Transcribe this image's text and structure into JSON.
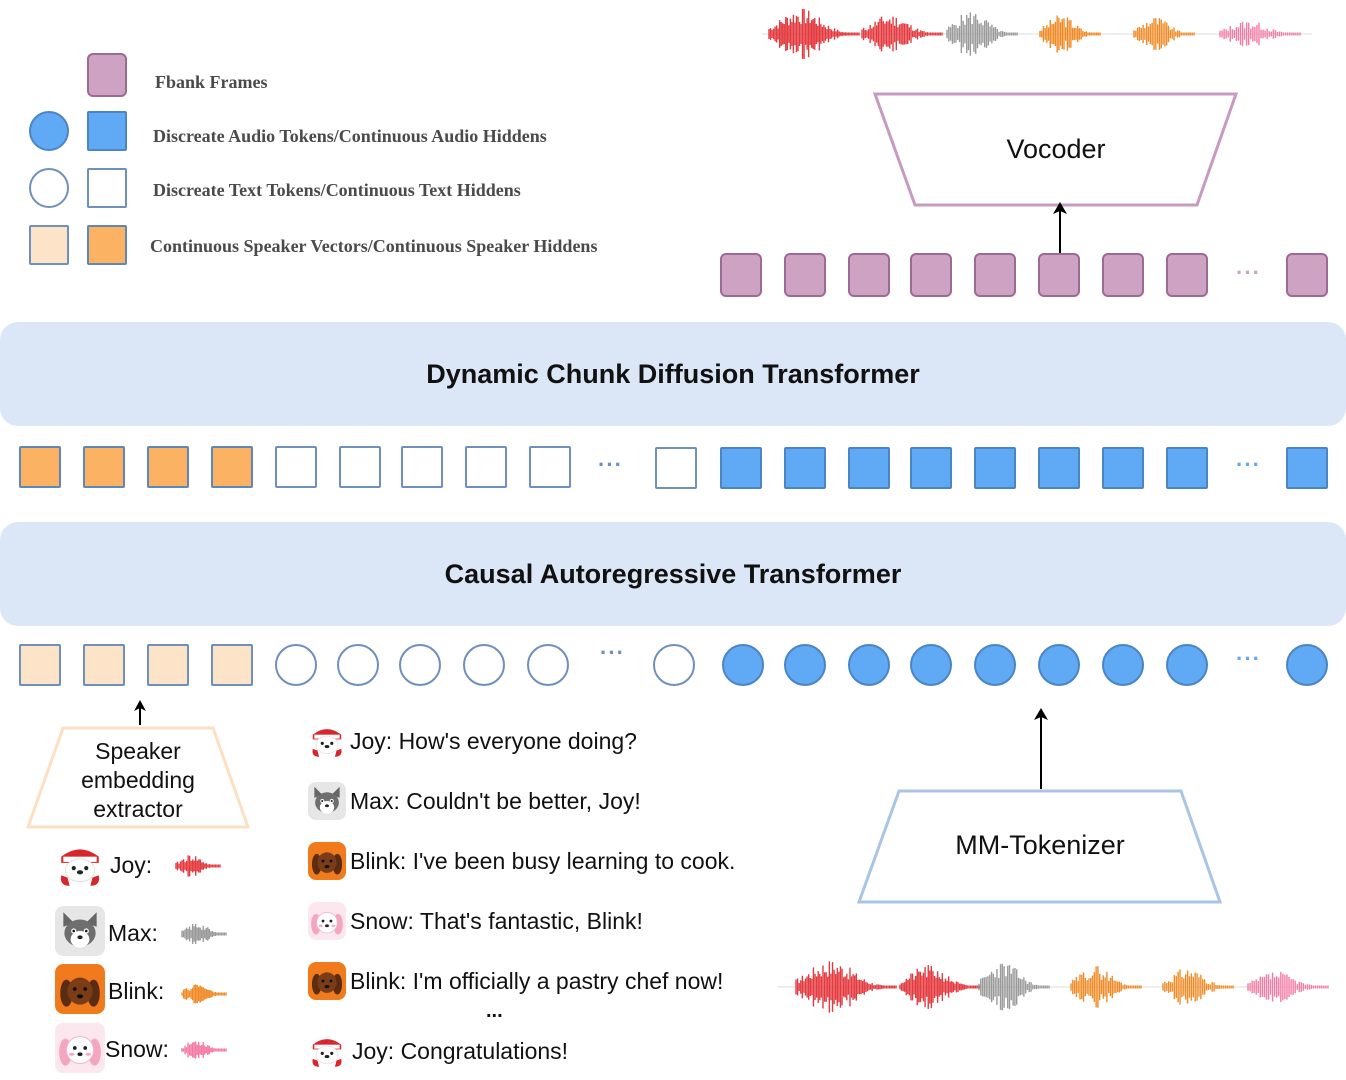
{
  "legend": {
    "fbank": "Fbank Frames",
    "audio": "Discreate Audio Tokens/Continuous Audio Hiddens",
    "text": "Discreate Text Tokens/Continuous Text Hiddens",
    "speaker": "Continuous Speaker Vectors/Continuous Speaker Hiddens"
  },
  "vocoder": {
    "label": "Vocoder"
  },
  "diffusion": {
    "label": "Dynamic Chunk Diffusion Transformer"
  },
  "autoregressive": {
    "label": "Causal Autoregressive Transformer"
  },
  "extractor": {
    "line1": "Speaker",
    "line2": "embedding",
    "line3": "extractor"
  },
  "tokenizer": {
    "label": "MM-Tokenizer"
  },
  "ellipsis": "···",
  "speakers": [
    {
      "name": "Joy:",
      "avatar": "joy-avatar",
      "color": "#e43a3f"
    },
    {
      "name": "Max:",
      "avatar": "max-avatar",
      "color": "#9a9a9a"
    },
    {
      "name": "Blink:",
      "avatar": "blink-avatar",
      "color": "#f08a24"
    },
    {
      "name": "Snow:",
      "avatar": "snow-avatar",
      "color": "#f37aa3"
    }
  ],
  "dialogue": [
    {
      "speaker": "joy",
      "text": "Joy: How's everyone doing?"
    },
    {
      "speaker": "max",
      "text": "Max: Couldn't be better, Joy!"
    },
    {
      "speaker": "blink",
      "text": "Blink: I've been busy learning to cook."
    },
    {
      "speaker": "snow",
      "text": "Snow: That's fantastic, Blink!"
    },
    {
      "speaker": "blink",
      "text": "Blink: I'm officially a pastry chef now!"
    },
    {
      "speaker": "joy",
      "text": "Joy: Congratulations!"
    }
  ],
  "dialogue_ellipsis": "...",
  "colors": {
    "fbank": "#cda2c2",
    "audio": "#60a9f4",
    "speaker_hidden": "#fbb262",
    "speaker_vector": "#fde3c8",
    "band": "#dbe7f6"
  }
}
